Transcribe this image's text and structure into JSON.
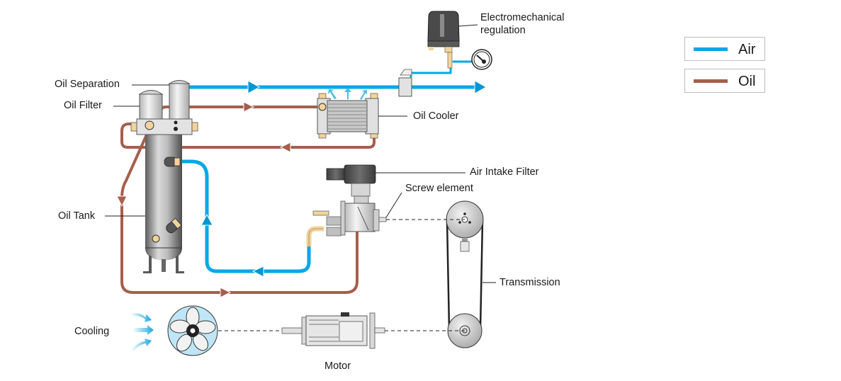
{
  "diagram": {
    "title": "Screw air compressor air and oil circuit",
    "colors": {
      "air": "#00a8e6",
      "oil": "#a65f4c",
      "metal_light": "#e2e2e2",
      "metal_dark": "#6b6b6b",
      "brass": "#f2d39a",
      "fan_blue": "#bfe6f6"
    },
    "legend": [
      {
        "key": "air",
        "label": "Air"
      },
      {
        "key": "oil",
        "label": "Oil"
      }
    ],
    "labels": {
      "electromechanical_line1": "Electromechanical",
      "electromechanical_line2": "regulation",
      "oil_separation": "Oil Separation",
      "oil_filter": "Oil Filter",
      "oil_cooler": "Oil Cooler",
      "air_intake_filter": "Air Intake Filter",
      "screw_element": "Screw element",
      "oil_tank": "Oil Tank",
      "transmission": "Transmission",
      "cooling": "Cooling",
      "motor": "Motor"
    },
    "flows": [
      {
        "name": "air-discharge-line",
        "medium": "air",
        "direction": "right"
      },
      {
        "name": "oil-to-cooler-line",
        "medium": "oil",
        "direction": "right"
      },
      {
        "name": "oil-return-from-cooler-line",
        "medium": "oil",
        "direction": "left"
      },
      {
        "name": "oil-tank-down-line",
        "medium": "oil",
        "direction": "down"
      },
      {
        "name": "oil-to-screw-line",
        "medium": "oil",
        "direction": "right"
      },
      {
        "name": "air-from-screw-line",
        "medium": "air",
        "direction": "left"
      },
      {
        "name": "air-into-tank-line",
        "medium": "air",
        "direction": "up"
      }
    ]
  }
}
